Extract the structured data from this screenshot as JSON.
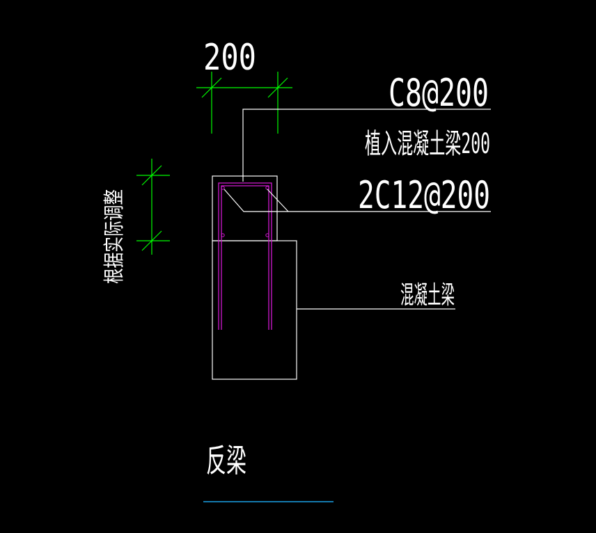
{
  "dimension_width": "200",
  "callouts": {
    "stirrup": "C8@200",
    "anchor": "植入混凝土梁200",
    "main_bars": "2C12@200",
    "concrete_beam": "混凝土梁"
  },
  "height_note": "根据实际调整",
  "title": "反梁",
  "colors": {
    "background": "#000000",
    "outline": "#ffffff",
    "dimension": "#00ff00",
    "rebar": "#d21ad2",
    "title_underline": "#1aa3e8"
  }
}
